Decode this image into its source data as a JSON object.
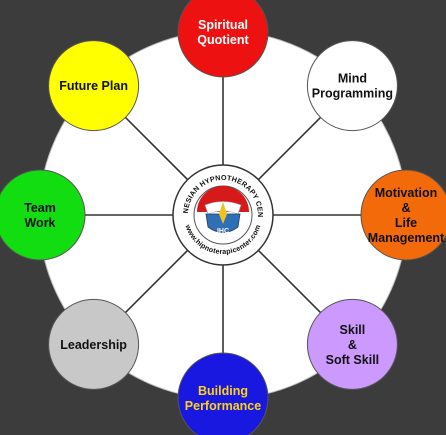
{
  "colors": {
    "background": "#3c3c3c",
    "hub": "#ffffff",
    "spokes": "#333333"
  },
  "center_logo": {
    "top_text": "INDONESIAN HYPNOTHERAPY CENTER",
    "bottom_text": "www.hipnoterapicenter.com",
    "monogram": "IHC"
  },
  "nodes": [
    {
      "id": "spiritual-quotient",
      "lines": [
        "Spiritual",
        "Quotient"
      ],
      "fill": "#ee1111",
      "text_color": "#ffffff"
    },
    {
      "id": "mind-programming",
      "lines": [
        "Mind",
        "Programming"
      ],
      "fill": "#ffffff",
      "text_color": "#111111"
    },
    {
      "id": "motivation-life-management",
      "lines": [
        "Motivation",
        "&",
        "Life",
        "Management"
      ],
      "fill": "#f26a0a",
      "text_color": "#111111"
    },
    {
      "id": "skill-soft-skill",
      "lines": [
        "Skill",
        "&",
        "Soft Skill"
      ],
      "fill": "#cc99ff",
      "text_color": "#111111"
    },
    {
      "id": "building-performance",
      "lines": [
        "Building",
        "Performance"
      ],
      "fill": "#1818e0",
      "text_color": "#ffd21a"
    },
    {
      "id": "leadership",
      "lines": [
        "Leadership"
      ],
      "fill": "#c8c8c8",
      "text_color": "#111111"
    },
    {
      "id": "team-work",
      "lines": [
        "Team",
        "Work"
      ],
      "fill": "#11dd11",
      "text_color": "#111111"
    },
    {
      "id": "future-plan",
      "lines": [
        "Future Plan"
      ],
      "fill": "#ffff00",
      "text_color": "#111111"
    }
  ]
}
